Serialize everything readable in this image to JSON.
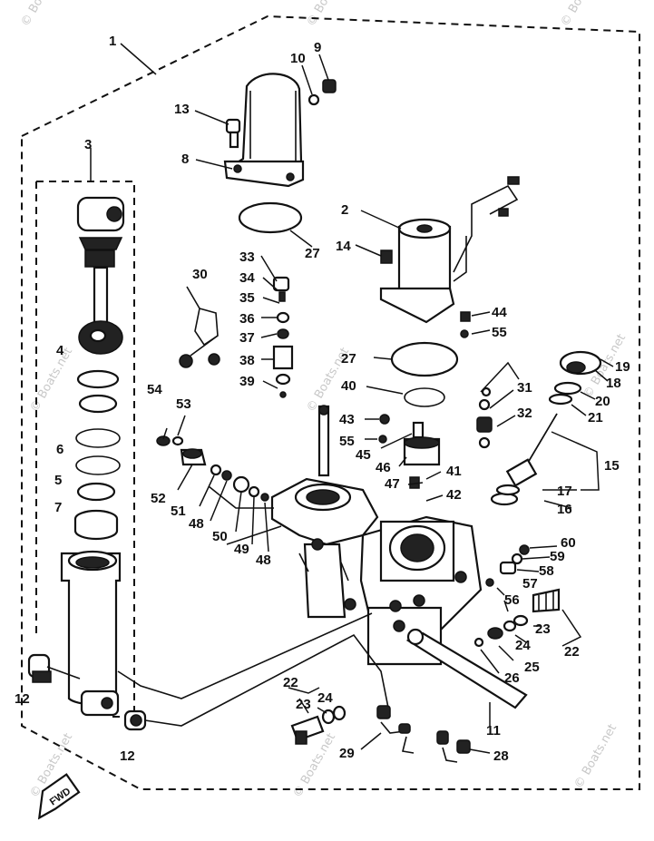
{
  "watermark": "© Boats.net",
  "fwd_label": "FWD",
  "callouts": {
    "c1": "1",
    "c2": "2",
    "c3": "3",
    "c4": "4",
    "c5": "5",
    "c6": "6",
    "c7": "7",
    "c8": "8",
    "c9": "9",
    "c10": "10",
    "c11": "11",
    "c12a": "12",
    "c12b": "12",
    "c13": "13",
    "c14": "14",
    "c15": "15",
    "c16": "16",
    "c17": "17",
    "c18a": "18",
    "c18b": "18",
    "c19": "19",
    "c20": "20",
    "c21": "21",
    "c22a": "22",
    "c22b": "22",
    "c23a": "23",
    "c23b": "23",
    "c24a": "24",
    "c24b": "24",
    "c25": "25",
    "c26": "26",
    "c27a": "27",
    "c27b": "27",
    "c28": "28",
    "c29": "29",
    "c30": "30",
    "c31": "31",
    "c32": "32",
    "c33": "33",
    "c34": "34",
    "c35": "35",
    "c36": "36",
    "c37": "37",
    "c38": "38",
    "c39": "39",
    "c40": "40",
    "c41": "41",
    "c42": "42",
    "c43": "43",
    "c44": "44",
    "c45": "45",
    "c46": "46",
    "c47": "47",
    "c48a": "48",
    "c48b": "48",
    "c49": "49",
    "c50": "50",
    "c51": "51",
    "c52": "52",
    "c53": "53",
    "c54": "54",
    "c55a": "55",
    "c55b": "55",
    "c56": "56",
    "c57": "57",
    "c58": "58",
    "c59": "59",
    "c60": "60"
  }
}
